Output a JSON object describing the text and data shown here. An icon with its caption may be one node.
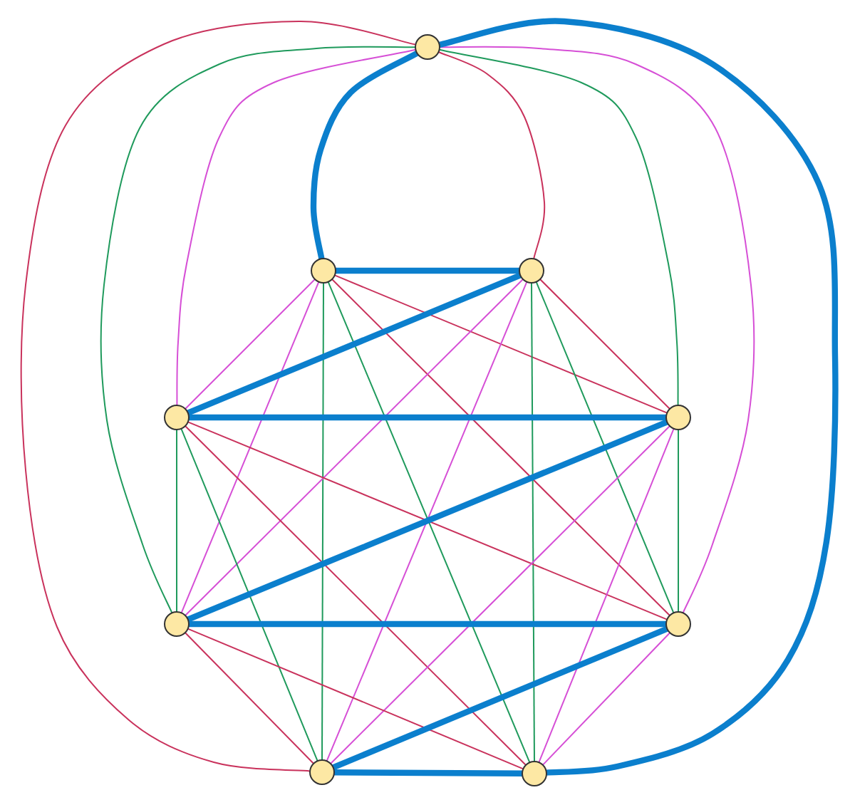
{
  "diagram": {
    "nodes": [
      {
        "text": [],
        "shape": "circle"
      },
      {
        "text": [],
        "shape": "circle"
      },
      {
        "text": [],
        "shape": "circle"
      },
      {
        "text": [],
        "shape": "circle"
      },
      {
        "text": [],
        "shape": "circle"
      },
      {
        "text": [],
        "shape": "circle"
      },
      {
        "text": [],
        "shape": "circle"
      },
      {
        "text": [],
        "shape": "circle"
      },
      {
        "text": [],
        "shape": "circle"
      }
    ],
    "edges": [
      {
        "from": 0,
        "to": 1,
        "arrow": "none",
        "style": "thick",
        "color": "#0b7fcd"
      },
      {
        "from": 0,
        "to": 2,
        "arrow": "none",
        "color": "#c9325c"
      },
      {
        "from": 0,
        "to": 3,
        "arrow": "none",
        "color": "#d64fd6"
      },
      {
        "from": 0,
        "to": 4,
        "arrow": "none",
        "color": "#1f9a5c"
      },
      {
        "from": 0,
        "to": 5,
        "arrow": "none",
        "color": "#1f9a5c"
      },
      {
        "from": 0,
        "to": 6,
        "arrow": "none",
        "color": "#d64fd6"
      },
      {
        "from": 0,
        "to": 7,
        "arrow": "none",
        "color": "#c9325c"
      },
      {
        "from": 0,
        "to": 8,
        "arrow": "none",
        "style": "thick",
        "color": "#0b7fcd"
      },
      {
        "from": 1,
        "to": 2,
        "arrow": "none",
        "style": "thick",
        "color": "#0b7fcd"
      },
      {
        "from": 1,
        "to": 3,
        "arrow": "none",
        "color": "#d64fd6"
      },
      {
        "from": 1,
        "to": 4,
        "arrow": "none",
        "color": "#c9325c"
      },
      {
        "from": 1,
        "to": 5,
        "arrow": "none",
        "color": "#d64fd6"
      },
      {
        "from": 1,
        "to": 6,
        "arrow": "none",
        "color": "#c9325c"
      },
      {
        "from": 1,
        "to": 7,
        "arrow": "none",
        "color": "#1f9a5c"
      },
      {
        "from": 1,
        "to": 8,
        "arrow": "none",
        "color": "#1f9a5c"
      },
      {
        "from": 2,
        "to": 3,
        "arrow": "none",
        "style": "thick",
        "color": "#0b7fcd"
      },
      {
        "from": 2,
        "to": 4,
        "arrow": "none",
        "color": "#c9325c"
      },
      {
        "from": 2,
        "to": 5,
        "arrow": "none",
        "color": "#d64fd6"
      },
      {
        "from": 2,
        "to": 6,
        "arrow": "none",
        "color": "#1f9a5c"
      },
      {
        "from": 2,
        "to": 7,
        "arrow": "none",
        "color": "#d64fd6"
      },
      {
        "from": 2,
        "to": 8,
        "arrow": "none",
        "color": "#1f9a5c"
      },
      {
        "from": 3,
        "to": 4,
        "arrow": "none",
        "style": "thick",
        "color": "#0b7fcd"
      },
      {
        "from": 3,
        "to": 5,
        "arrow": "none",
        "color": "#1f9a5c"
      },
      {
        "from": 3,
        "to": 6,
        "arrow": "none",
        "color": "#c9325c"
      },
      {
        "from": 3,
        "to": 7,
        "arrow": "none",
        "color": "#1f9a5c"
      },
      {
        "from": 3,
        "to": 8,
        "arrow": "none",
        "color": "#c9325c"
      },
      {
        "from": 4,
        "to": 5,
        "arrow": "none",
        "style": "thick",
        "color": "#0b7fcd"
      },
      {
        "from": 4,
        "to": 6,
        "arrow": "none",
        "color": "#1f9a5c"
      },
      {
        "from": 4,
        "to": 7,
        "arrow": "none",
        "color": "#d64fd6"
      },
      {
        "from": 4,
        "to": 8,
        "arrow": "none",
        "color": "#d64fd6"
      },
      {
        "from": 5,
        "to": 6,
        "arrow": "none",
        "style": "thick",
        "color": "#0b7fcd"
      },
      {
        "from": 5,
        "to": 7,
        "arrow": "none",
        "color": "#c9325c"
      },
      {
        "from": 5,
        "to": 8,
        "arrow": "none",
        "color": "#c9325c"
      },
      {
        "from": 6,
        "to": 7,
        "arrow": "none",
        "style": "thick",
        "color": "#0b7fcd"
      },
      {
        "from": 6,
        "to": 8,
        "arrow": "none",
        "color": "#d64fd6"
      },
      {
        "from": 7,
        "to": 8,
        "arrow": "none",
        "style": "thick",
        "color": "#0b7fcd"
      }
    ]
  }
}
